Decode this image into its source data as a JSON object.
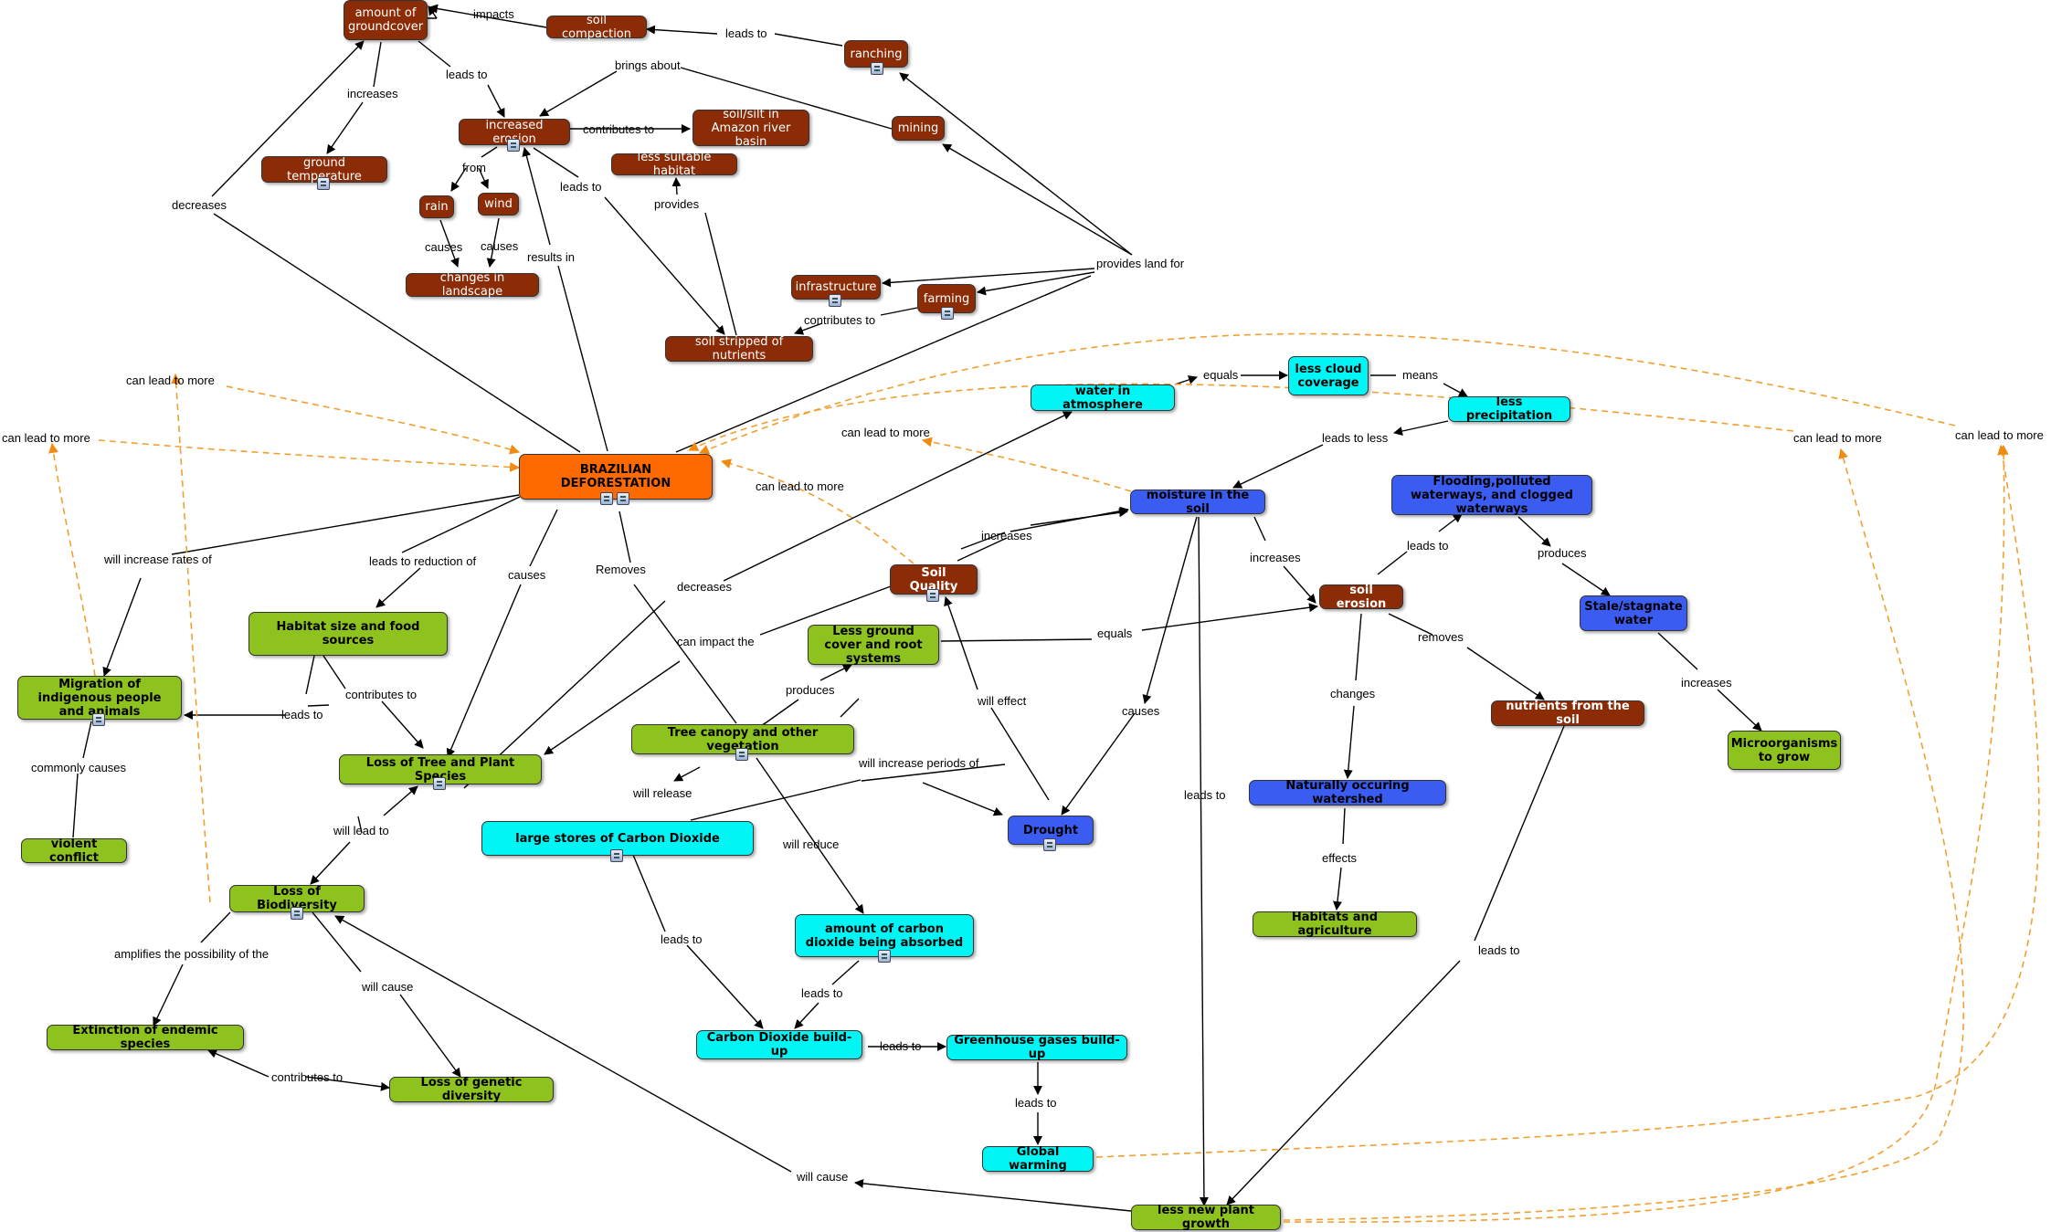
{
  "nodes": {
    "groundcover": "amount of groundcover",
    "soil_compaction": "soil compaction",
    "ranching": "ranching",
    "increased_erosion": "increased erosion",
    "soil_silt": "soil/silt in Amazon river basin",
    "mining": "mining",
    "less_habitat": "less suitable habitat",
    "ground_temp": "ground temperature",
    "rain": "rain",
    "wind": "wind",
    "changes_landscape": "changes in landscape",
    "infrastructure": "infrastructure",
    "farming": "farming",
    "soil_stripped": "soil stripped of nutrients",
    "brazilian_deforestation": "BRAZILIAN DEFORESTATION",
    "water_atmosphere": "water in atmosphere",
    "less_cloud": "less cloud coverage",
    "less_precip": "less precipitation",
    "moisture": "moisture in the soil",
    "flooding": "Flooding,polluted waterways, and clogged waterways",
    "soil_quality": "Soil Quality",
    "soil_erosion": "soil erosion",
    "stale_water": "Stale/stagnate water",
    "habitat_food": "Habitat size and food sources",
    "less_ground_cover": "Less ground cover and root systems",
    "migration": "Migration of indigenous people and animals",
    "tree_canopy": "Tree canopy and other vegetation",
    "nutrients": "nutrients from the soil",
    "microorganisms": "Microorganisms to grow",
    "loss_tree": "Loss of Tree and Plant Species",
    "violent_conflict": "violent conflict",
    "carbon_stores": "large stores of Carbon Dioxide",
    "drought": "Drought",
    "watershed": "Naturally occuring watershed",
    "loss_biodiversity": "Loss of Biodiversity",
    "co2_absorbed": "amount of carbon dioxide being absorbed",
    "habitats_agri": "Habitats and agriculture",
    "extinction": "Extinction of endemic species",
    "co2_buildup": "Carbon Dioxide build-up",
    "greenhouse": "Greenhouse gases build-up",
    "genetic": "Loss of genetic diversity",
    "global_warming": "Global warming",
    "less_plant_growth": "less new plant growth"
  },
  "labels": {
    "impacts": "impacts",
    "leads_to_1": "leads to",
    "leads_to_2": "leads to",
    "increases_1": "increases",
    "brings_about": "brings about",
    "contributes_to_1": "contributes to",
    "from": "from",
    "leads_to_3": "leads to",
    "provides": "provides",
    "decreases_1": "decreases",
    "causes_1": "causes",
    "causes_2": "causes",
    "results_in": "results in",
    "provides_land_for": "provides land for",
    "contributes_to_2": "contributes to",
    "can_lead_more_1": "can lead to more",
    "can_lead_more_2": "can lead to more",
    "can_lead_more_3": "can lead to more",
    "can_lead_more_4": "can lead to more",
    "can_lead_more_5": "can lead to more",
    "can_lead_more_6": "can lead to more",
    "equals_1": "equals",
    "means": "means",
    "leads_to_less": "leads to less",
    "increases_2": "increases",
    "will_increase_rates": "will increase rates of",
    "leads_reduction": "leads to reduction of",
    "causes_3": "causes",
    "removes_1": "Removes",
    "decreases_2": "decreases",
    "leads_to_4": "leads to",
    "increases_3": "increases",
    "produces_1": "produces",
    "can_impact": "can impact the",
    "equals_2": "equals",
    "removes_2": "removes",
    "contributes_to_3": "contributes to",
    "leads_to_5": "leads to",
    "produces_2": "produces",
    "changes": "changes",
    "will_effect": "will effect",
    "increases_4": "increases",
    "commonly_causes": "commonly causes",
    "causes_4": "causes",
    "will_increase_periods": "will increase periods of",
    "will_release": "will release",
    "will_lead_to": "will lead to",
    "leads_to_6": "leads to",
    "effects": "effects",
    "will_reduce": "will reduce",
    "amplifies": "amplifies the possibility of the",
    "leads_to_7": "leads to",
    "will_cause_1": "will cause",
    "leads_to_8": "leads to",
    "leads_to_9": "leads to",
    "leads_to_10": "leads to",
    "contributes_to_4": "contributes to",
    "leads_to_11": "leads to",
    "will_cause_2": "will cause"
  },
  "colors": {
    "brown": "#8b2c07",
    "orange": "#ff6a00",
    "green": "#8dc21f",
    "cyan": "#00f5f5",
    "blue": "#3a5cf0",
    "dashed_link": "#f0a030"
  }
}
